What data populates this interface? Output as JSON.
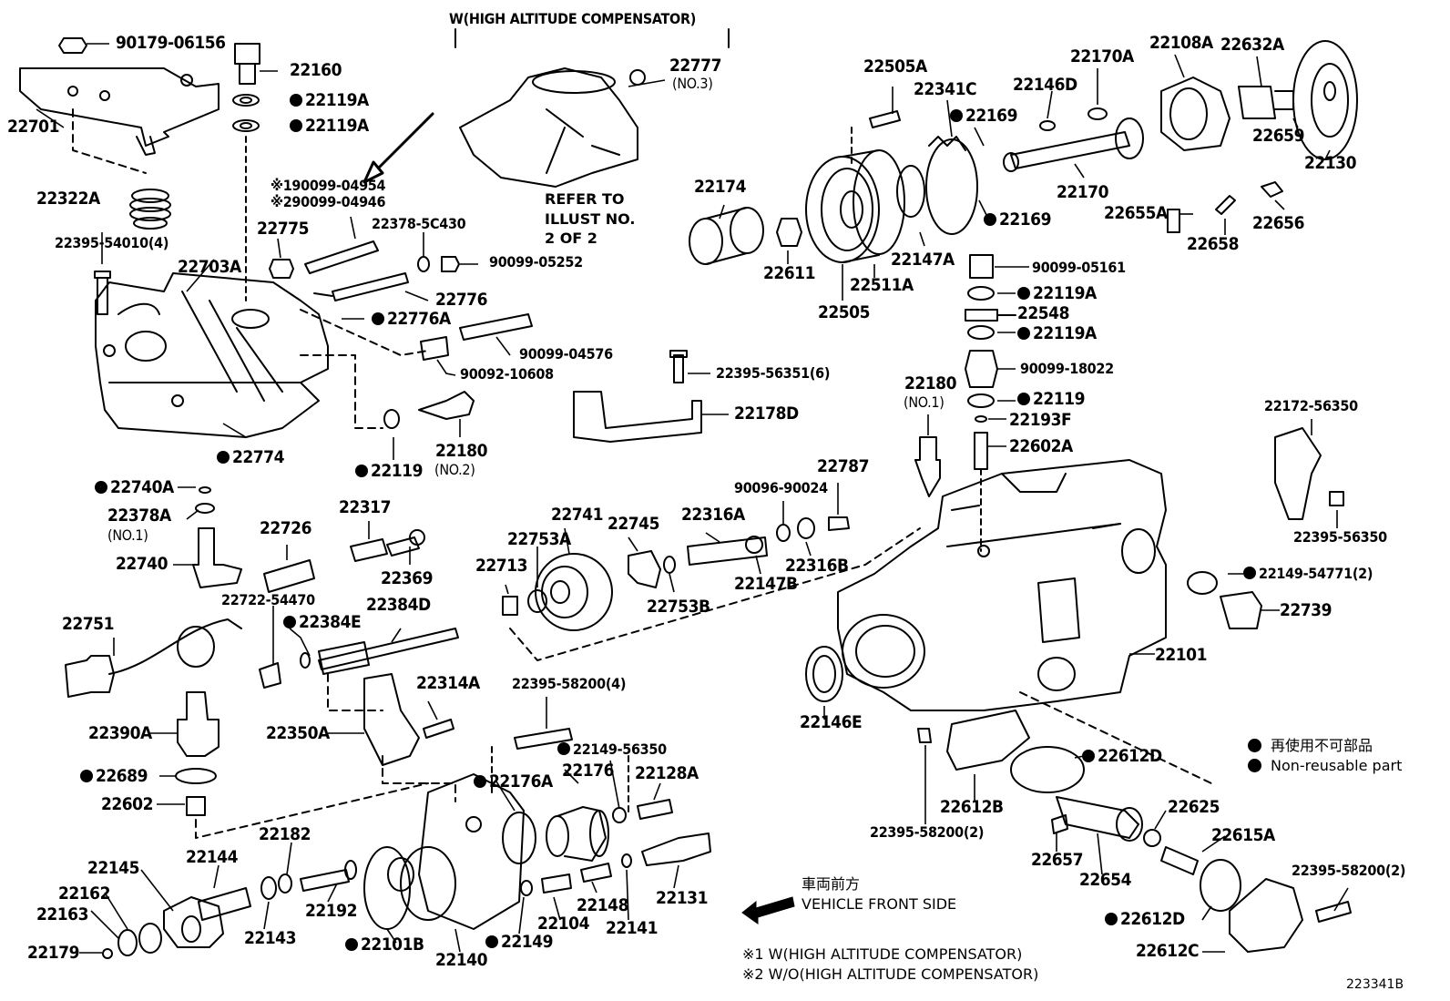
{
  "diagram": {
    "header_variant": "W(HIGH ALTITUDE COMPENSATOR)",
    "refer_note": [
      "REFER TO",
      "ILLUST NO.",
      "2 OF 2"
    ],
    "direction": {
      "line1": "車両前方",
      "line2": "VEHICLE FRONT SIDE"
    },
    "legend": {
      "jp": "再使用不可部品",
      "en": "Non-reusable part"
    },
    "footnotes": [
      "※1 W(HIGH ALTITUDE COMPENSATOR)",
      "※2 W/O(HIGH ALTITUDE COMPENSATOR)"
    ],
    "illustration_id": "223341B",
    "parts": [
      {
        "id": "p90179",
        "text": "90179-06156"
      },
      {
        "id": "p22160",
        "text": "22160"
      },
      {
        "id": "p22119a1",
        "text": "22119A",
        "dot": true
      },
      {
        "id": "p22119a2",
        "text": "22119A",
        "dot": true
      },
      {
        "id": "p22701",
        "text": "22701"
      },
      {
        "id": "p22322a",
        "text": "22322A"
      },
      {
        "id": "p22395_54010",
        "text": "22395-54010(4)"
      },
      {
        "id": "p22703a",
        "text": "22703A"
      },
      {
        "id": "p22774",
        "text": "22774",
        "dot": true
      },
      {
        "id": "p22777",
        "text": "22777"
      },
      {
        "id": "p22777no",
        "text": "(NO.3)"
      },
      {
        "id": "p190099",
        "text": "※190099-04954"
      },
      {
        "id": "p290099",
        "text": "※290099-04946"
      },
      {
        "id": "p22775",
        "text": "22775"
      },
      {
        "id": "p22378_5c",
        "text": "22378-5C430"
      },
      {
        "id": "p90099_05252",
        "text": "90099-05252"
      },
      {
        "id": "p22776",
        "text": "22776"
      },
      {
        "id": "p22776a",
        "text": "22776A",
        "dot": true
      },
      {
        "id": "p90099_04576",
        "text": "90099-04576"
      },
      {
        "id": "p90092",
        "text": "90092-10608"
      },
      {
        "id": "p22119b",
        "text": "22119",
        "dot": true
      },
      {
        "id": "p22180no2",
        "text": "22180"
      },
      {
        "id": "p22180no2s",
        "text": "(NO.2)"
      },
      {
        "id": "p22505a",
        "text": "22505A"
      },
      {
        "id": "p22341c",
        "text": "22341C"
      },
      {
        "id": "p22146d",
        "text": "22146D"
      },
      {
        "id": "p22170a",
        "text": "22170A"
      },
      {
        "id": "p22108a",
        "text": "22108A"
      },
      {
        "id": "p22632a",
        "text": "22632A"
      },
      {
        "id": "p22169a",
        "text": "22169",
        "dot": true
      },
      {
        "id": "p22169b",
        "text": "22169",
        "dot": true
      },
      {
        "id": "p22174",
        "text": "22174"
      },
      {
        "id": "p22611",
        "text": "22611"
      },
      {
        "id": "p22511a",
        "text": "22511A"
      },
      {
        "id": "p22147a",
        "text": "22147A"
      },
      {
        "id": "p22505",
        "text": "22505"
      },
      {
        "id": "p22170",
        "text": "22170"
      },
      {
        "id": "p22659",
        "text": "22659"
      },
      {
        "id": "p22130",
        "text": "22130"
      },
      {
        "id": "p22655a",
        "text": "22655A"
      },
      {
        "id": "p22658",
        "text": "22658"
      },
      {
        "id": "p22656",
        "text": "22656"
      },
      {
        "id": "p90099_05161",
        "text": "90099-05161"
      },
      {
        "id": "p22119a3",
        "text": "22119A",
        "dot": true
      },
      {
        "id": "p22548",
        "text": "22548"
      },
      {
        "id": "p22119a4",
        "text": "22119A",
        "dot": true
      },
      {
        "id": "p90099_18022",
        "text": "90099-18022"
      },
      {
        "id": "p22119c",
        "text": "22119",
        "dot": true
      },
      {
        "id": "p22193f",
        "text": "22193F"
      },
      {
        "id": "p22602a",
        "text": "22602A"
      },
      {
        "id": "p22180no1",
        "text": "22180"
      },
      {
        "id": "p22180no1s",
        "text": "(NO.1)"
      },
      {
        "id": "p22395_56351",
        "text": "22395-56351(6)"
      },
      {
        "id": "p22178d",
        "text": "22178D"
      },
      {
        "id": "p22172",
        "text": "22172-56350"
      },
      {
        "id": "p22395_56350",
        "text": "22395-56350"
      },
      {
        "id": "p22740a",
        "text": "22740A",
        "dot": true
      },
      {
        "id": "p22378a",
        "text": "22378A"
      },
      {
        "id": "p22378ano",
        "text": "(NO.1)"
      },
      {
        "id": "p22740",
        "text": "22740"
      },
      {
        "id": "p22726",
        "text": "22726"
      },
      {
        "id": "p22317",
        "text": "22317"
      },
      {
        "id": "p22369",
        "text": "22369"
      },
      {
        "id": "p22741",
        "text": "22741"
      },
      {
        "id": "p22753a",
        "text": "22753A"
      },
      {
        "id": "p22745",
        "text": "22745"
      },
      {
        "id": "p22316a",
        "text": "22316A"
      },
      {
        "id": "p90096",
        "text": "90096-90024"
      },
      {
        "id": "p22787",
        "text": "22787"
      },
      {
        "id": "p22713",
        "text": "22713"
      },
      {
        "id": "p22753b",
        "text": "22753B"
      },
      {
        "id": "p22147b",
        "text": "22147B"
      },
      {
        "id": "p22316b",
        "text": "22316B"
      },
      {
        "id": "p22149_54771",
        "text": "22149-54771(2)",
        "dot": true
      },
      {
        "id": "p22739",
        "text": "22739"
      },
      {
        "id": "p22101",
        "text": "22101"
      },
      {
        "id": "p22722",
        "text": "22722-54470"
      },
      {
        "id": "p22384e",
        "text": "22384E",
        "dot": true
      },
      {
        "id": "p22384d",
        "text": "22384D"
      },
      {
        "id": "p22751",
        "text": "22751"
      },
      {
        "id": "p22314a",
        "text": "22314A"
      },
      {
        "id": "p22395_58200_4",
        "text": "22395-58200(4)"
      },
      {
        "id": "p22390a",
        "text": "22390A"
      },
      {
        "id": "p22350a",
        "text": "22350A"
      },
      {
        "id": "p22146e",
        "text": "22146E"
      },
      {
        "id": "p22689",
        "text": "22689",
        "dot": true
      },
      {
        "id": "p22149_56350",
        "text": "22149-56350",
        "dot": true
      },
      {
        "id": "p22176a",
        "text": "22176A",
        "dot": true
      },
      {
        "id": "p22176",
        "text": "22176"
      },
      {
        "id": "p22128a",
        "text": "22128A"
      },
      {
        "id": "p22612d1",
        "text": "22612D",
        "dot": true
      },
      {
        "id": "p22602",
        "text": "22602"
      },
      {
        "id": "p22612b",
        "text": "22612B"
      },
      {
        "id": "p22395_58200_2a",
        "text": "22395-58200(2)"
      },
      {
        "id": "p22625",
        "text": "22625"
      },
      {
        "id": "p22182",
        "text": "22182"
      },
      {
        "id": "p22145",
        "text": "22145"
      },
      {
        "id": "p22144",
        "text": "22144"
      },
      {
        "id": "p22162",
        "text": "22162"
      },
      {
        "id": "p22163",
        "text": "22163"
      },
      {
        "id": "p22179",
        "text": "22179"
      },
      {
        "id": "p22143",
        "text": "22143"
      },
      {
        "id": "p22192",
        "text": "22192"
      },
      {
        "id": "p22101b",
        "text": "22101B",
        "dot": true
      },
      {
        "id": "p22140",
        "text": "22140"
      },
      {
        "id": "p22149",
        "text": "22149",
        "dot": true
      },
      {
        "id": "p22104",
        "text": "22104"
      },
      {
        "id": "p22148",
        "text": "22148"
      },
      {
        "id": "p22141",
        "text": "22141"
      },
      {
        "id": "p22131",
        "text": "22131"
      },
      {
        "id": "p22657",
        "text": "22657"
      },
      {
        "id": "p22654",
        "text": "22654"
      },
      {
        "id": "p22615a",
        "text": "22615A"
      },
      {
        "id": "p22395_58200_2b",
        "text": "22395-58200(2)"
      },
      {
        "id": "p22612d2",
        "text": "22612D",
        "dot": true
      },
      {
        "id": "p22612c",
        "text": "22612C"
      }
    ]
  }
}
